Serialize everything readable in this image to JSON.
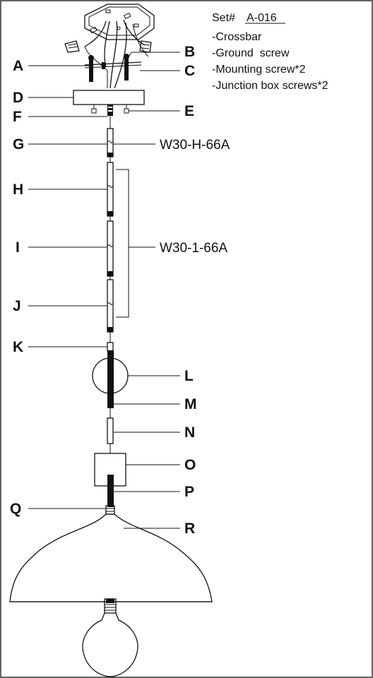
{
  "set": {
    "prefix": "Set#",
    "code": "A-016",
    "items": [
      "-Crossbar",
      "-Ground  screw",
      "-Mounting screw*2",
      "-Junction box screws*2"
    ]
  },
  "labels": {
    "A": "A",
    "B": "B",
    "C": "C",
    "D": "D",
    "E": "E",
    "F": "F",
    "G": "G",
    "H": "H",
    "I": "I",
    "J": "J",
    "K": "K",
    "L": "L",
    "M": "M",
    "N": "N",
    "O": "O",
    "P": "P",
    "Q": "Q",
    "R": "R"
  },
  "part_codes": {
    "short_rod": "W30-H-66A",
    "long_rods": "W30-1-66A"
  },
  "colors": {
    "ink": "#111111",
    "background": "#ffffff"
  }
}
